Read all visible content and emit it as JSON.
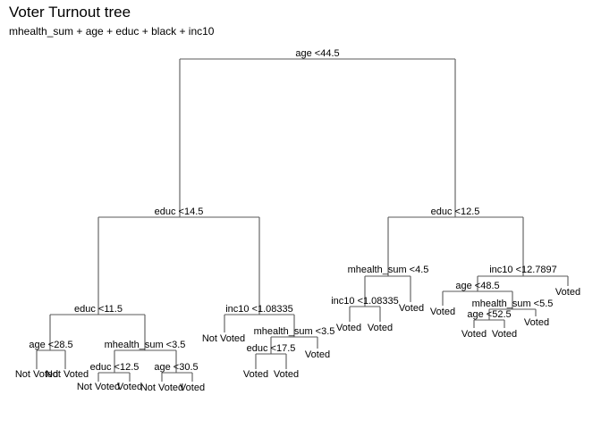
{
  "title": "Voter Turnout tree",
  "subtitle": "mhealth_sum + age + educ + black + inc10",
  "nodes": {
    "root": "age <44.5",
    "L": "educ <14.5",
    "R": "educ <12.5",
    "LL": "educ <11.5",
    "LR": "inc10 <1.08335",
    "RL": "mhealth_sum <4.5",
    "RR": "inc10 <12.7897",
    "LLL": "age <28.5",
    "LLR": "mhealth_sum <3.5",
    "LLRL": "educ <12.5",
    "LLRR": "age <30.5",
    "LRR": "mhealth_sum <3.5",
    "LRRL": "educ <17.5",
    "RLL": "inc10 <1.08335",
    "RRL": "age <48.5",
    "RRLR": "mhealth_sum <5.5",
    "RRLRL": "age <52.5"
  },
  "leaves": {
    "LLL_l": "Not Voted",
    "LLL_r": "Not Voted",
    "LLRL_l": "Not Voted",
    "LLRL_r": "Voted",
    "LLRR_l": "Not Voted",
    "LLRR_r": "Voted",
    "LR_l": "Not Voted",
    "LRRL_l": "Voted",
    "LRRL_r": "Voted",
    "LRR_r": "Voted",
    "RLL_l": "Voted",
    "RLL_r": "Voted",
    "RL_r": "Voted",
    "RRL_l": "Voted",
    "RRLRL_l": "Voted",
    "RRLRL_r": "Voted",
    "RRLR_r": "Voted",
    "RR_r": "Voted"
  }
}
